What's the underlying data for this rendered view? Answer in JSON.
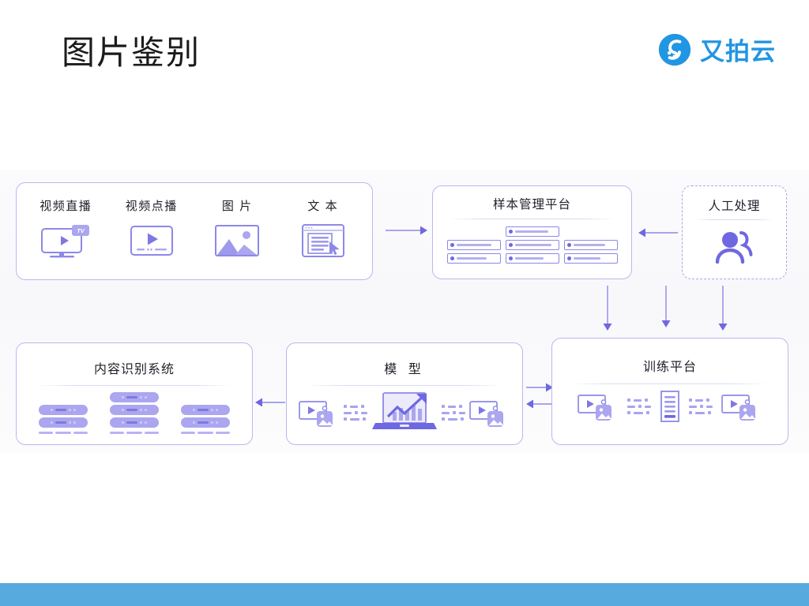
{
  "header": {
    "title": "图片鉴别",
    "brand_name": "又拍云",
    "brand_icon": "upyun-logo-icon",
    "brand_color": "#2196e3"
  },
  "theme": {
    "accent_purple": "#8d88e8",
    "accent_purple_light": "#aba6ef",
    "card_border": "#b9b7ef",
    "band_background": "#f8f8fb",
    "footer_bar_color": "#56aadd",
    "text_color": "#1f1f28"
  },
  "diagram": {
    "sources": {
      "name": "media-sources-group",
      "items": [
        {
          "label": "视频直播",
          "icon": "tv-live-stream-icon",
          "badge": "TV"
        },
        {
          "label": "视频点播",
          "icon": "video-on-demand-icon"
        },
        {
          "label": "图 片",
          "icon": "image-picture-icon"
        },
        {
          "label": "文 本",
          "icon": "text-document-cursor-icon"
        }
      ]
    },
    "sample_platform": {
      "title": "样本管理平台",
      "icon": "server-list-rows-icon",
      "rows": {
        "left_column": 2,
        "middle_column": 3,
        "right_column": 2
      }
    },
    "manual_processing": {
      "title": "人工处理",
      "icon": "two-people-icon",
      "border_style": "dashed"
    },
    "training_platform": {
      "title": "训练平台",
      "icons": [
        "video-image-sample-icon",
        "document-icon",
        "video-image-sample-icon"
      ],
      "transfer_icon": "dotted-transfer-icon"
    },
    "model": {
      "title": "模 型",
      "icons": [
        "video-image-sample-icon",
        "laptop-growth-chart-icon",
        "video-image-sample-icon"
      ],
      "transfer_icon": "dotted-transfer-icon"
    },
    "content_recognition_system": {
      "title": "内容识别系统",
      "icon": "server-rack-stack-icon",
      "racks": [
        2,
        3,
        2
      ]
    },
    "arrows": [
      {
        "name": "arrow-sources-to-sample",
        "direction": "right"
      },
      {
        "name": "arrow-manual-to-sample",
        "direction": "left"
      },
      {
        "name": "arrow-sample-to-training-1",
        "direction": "down"
      },
      {
        "name": "arrow-sample-to-training-2",
        "direction": "down"
      },
      {
        "name": "arrow-sample-to-training-3",
        "direction": "down"
      },
      {
        "name": "arrow-training-to-model",
        "direction": "left"
      },
      {
        "name": "arrow-model-to-training",
        "direction": "right"
      },
      {
        "name": "arrow-model-to-crs",
        "direction": "left"
      }
    ]
  }
}
